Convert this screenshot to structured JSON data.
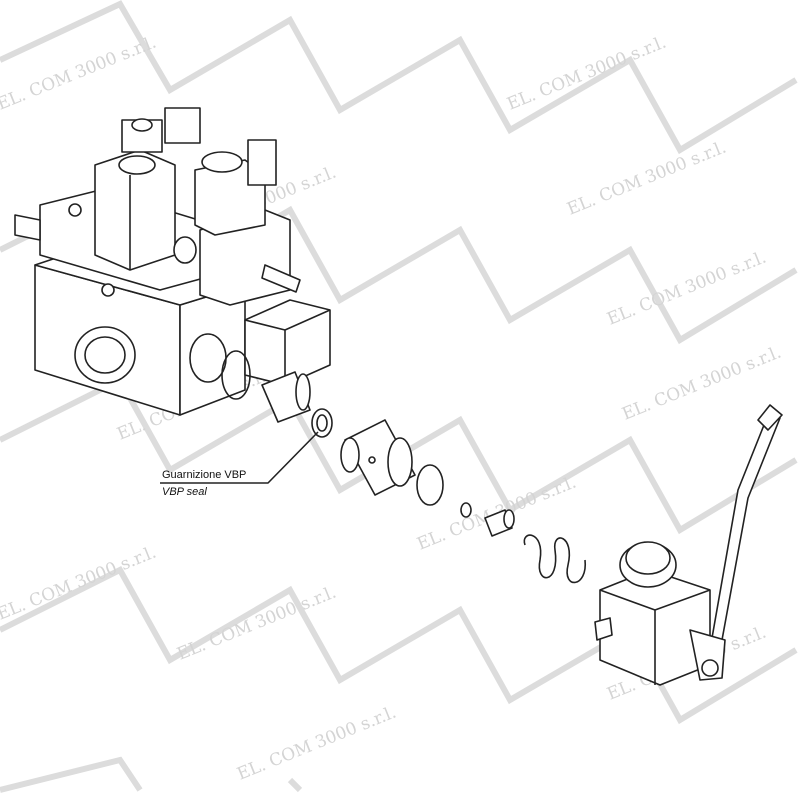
{
  "watermark": "EL. COM 3000 s.r.l.",
  "callout": {
    "label_it": "Guarnizione VBP",
    "label_en": "VBP seal"
  },
  "colors": {
    "line": "#222222",
    "watermark": "#d4d4d4"
  }
}
